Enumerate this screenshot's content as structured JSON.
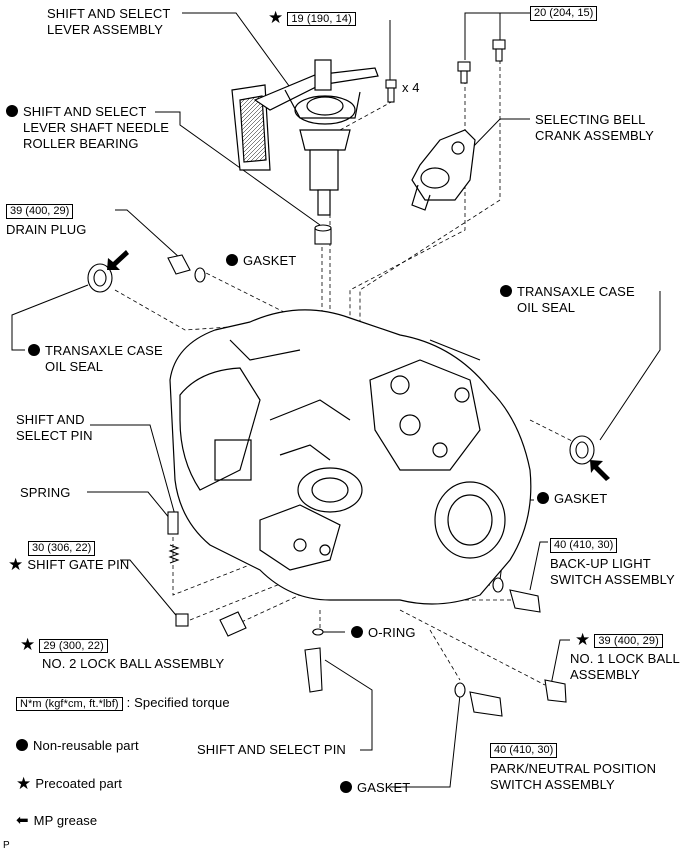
{
  "labels": {
    "shift_select_lever": [
      "SHIFT AND SELECT",
      "LEVER ASSEMBLY"
    ],
    "lever_shaft_bearing": [
      "SHIFT AND SELECT",
      "LEVER SHAFT NEEDLE",
      "ROLLER BEARING"
    ],
    "drain_plug": "DRAIN PLUG",
    "gasket_drain": "GASKET",
    "oil_seal_left": [
      "TRANSAXLE CASE",
      "OIL SEAL"
    ],
    "oil_seal_right": [
      "TRANSAXLE CASE",
      "OIL SEAL"
    ],
    "selecting_bell_crank": [
      "SELECTING BELL",
      "CRANK ASSEMBLY"
    ],
    "shift_select_pin_top": [
      "SHIFT AND",
      "SELECT PIN"
    ],
    "spring": "SPRING",
    "shift_gate_pin": "SHIFT GATE PIN",
    "no2_lock_ball": "NO. 2 LOCK BALL ASSEMBLY",
    "gasket_backup": "GASKET",
    "backup_light_switch": [
      "BACK-UP LIGHT",
      "SWITCH ASSEMBLY"
    ],
    "o_ring": "O-RING",
    "no1_lock_ball": [
      "NO. 1 LOCK BALL",
      "ASSEMBLY"
    ],
    "shift_select_pin_bottom": "SHIFT AND SELECT PIN",
    "gasket_park": "GASKET",
    "park_neutral_switch": [
      "PARK/NEUTRAL POSITION",
      "SWITCH ASSEMBLY"
    ],
    "qty_x4": "x 4"
  },
  "torques": {
    "t19": "19 (190, 14)",
    "t20": "20 (204, 15)",
    "t39_drain": "39 (400, 29)",
    "t30": "30 (306, 22)",
    "t29": "29 (300, 22)",
    "t40_backup": "40 (410, 30)",
    "t39_lockball": "39 (400, 29)",
    "t40_park": "40 (410, 30)"
  },
  "legend": {
    "torque_unit_box": "N*m (kgf*cm, ft.*lbf)",
    "torque_desc": ": Specified torque",
    "nonreusable": "Non-reusable part",
    "precoated": "Precoated part",
    "grease": "MP grease"
  },
  "corner_mark": "P"
}
